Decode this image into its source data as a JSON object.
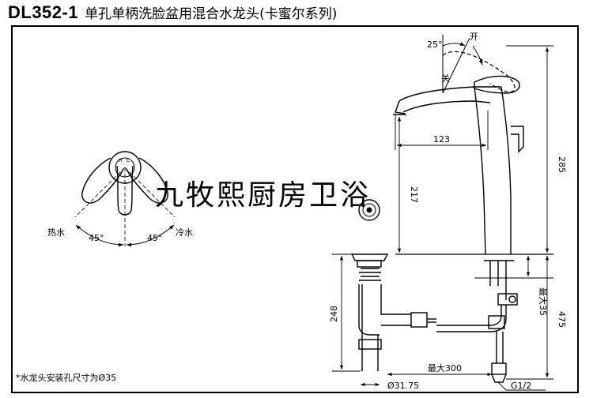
{
  "title": {
    "model": "DL352-1",
    "name": "单孔单柄洗脸盆用混合水龙头(卡蜜尔系列)"
  },
  "labels": {
    "open": "开",
    "close": "关",
    "hot_water": "热水",
    "cold_water": "冷水",
    "angle_25": "25°",
    "angle_45_left": "45°",
    "angle_45_right": "45°"
  },
  "dimensions": {
    "spout_reach": "123",
    "spout_height": "217",
    "total_height": "285",
    "drain_height": "248",
    "max_35": "最大35",
    "below_475": "475",
    "max_300": "最大300",
    "drain_dia": "Ø31.75",
    "thread": "G1/2"
  },
  "note": "*水龙头安装孔尺寸为Ø35",
  "watermark": "九牧熙厨房卫浴"
}
